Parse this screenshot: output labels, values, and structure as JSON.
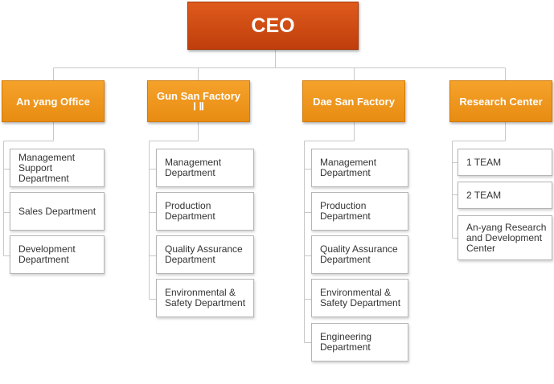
{
  "ceo": {
    "label": "CEO"
  },
  "divisions": [
    {
      "label": "An yang Office",
      "units": [
        "Management Support Department",
        "Sales Department",
        "Development Department"
      ]
    },
    {
      "label": "Gun San Factory",
      "label_line2": "Ⅰ Ⅱ",
      "units": [
        "Management Department",
        "Production Department",
        "Quality Assurance Department",
        "Environmental & Safety Department"
      ]
    },
    {
      "label": "Dae San Factory",
      "units": [
        "Management Department",
        "Production Department",
        "Quality Assurance Department",
        "Environmental & Safety Department",
        "Engineering Department"
      ]
    },
    {
      "label": "Research Center",
      "units": [
        "1 TEAM",
        "2 TEAM",
        "An-yang Research and Development Center"
      ]
    }
  ],
  "colors": {
    "ceo_fill": "#cf4a14",
    "division_fill": "#f0961d",
    "unit_border": "#b5b5b5",
    "connector": "#c8c8c8"
  }
}
